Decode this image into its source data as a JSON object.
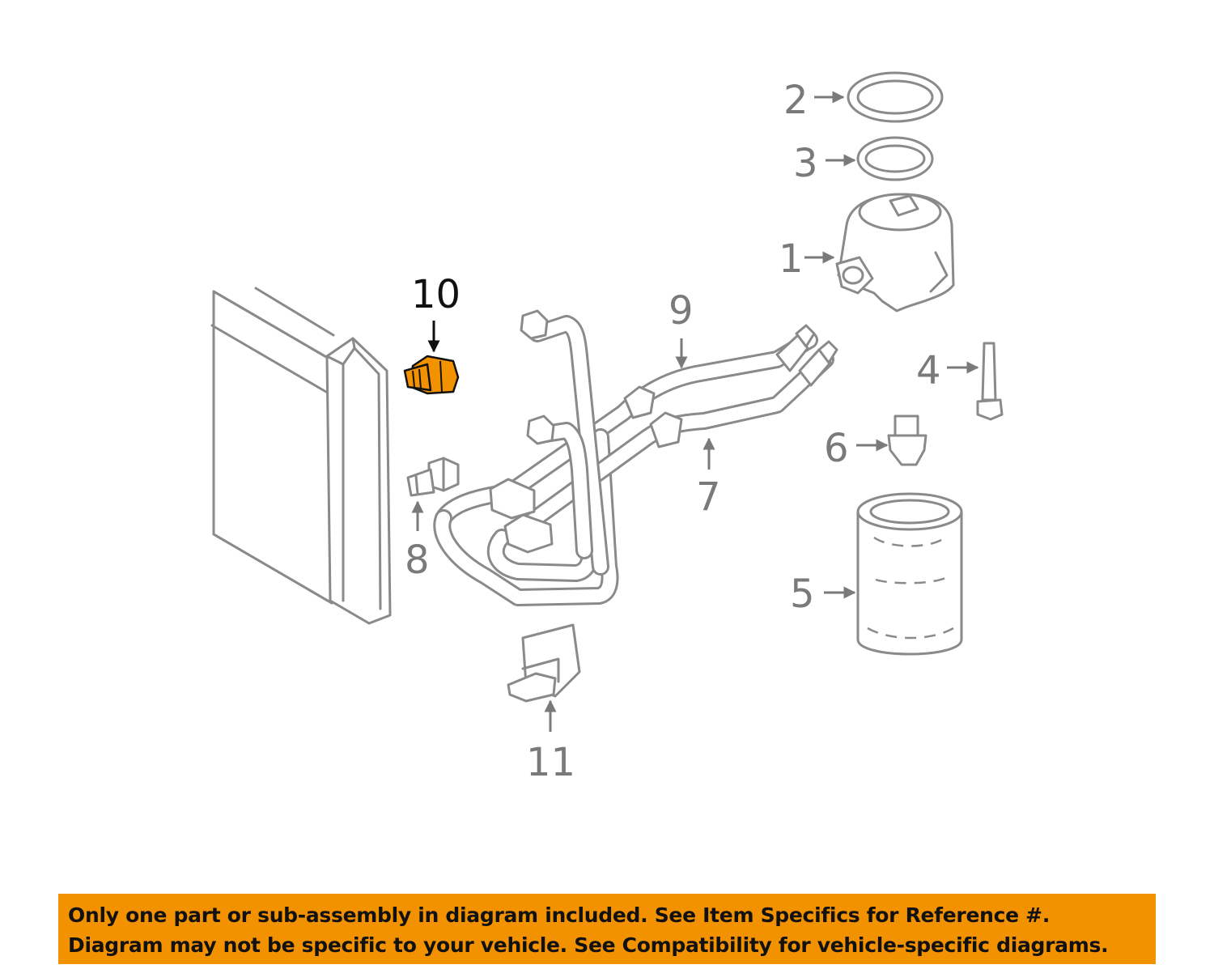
{
  "diagram": {
    "callouts": [
      {
        "id": "1",
        "label": "1"
      },
      {
        "id": "2",
        "label": "2"
      },
      {
        "id": "3",
        "label": "3"
      },
      {
        "id": "4",
        "label": "4"
      },
      {
        "id": "5",
        "label": "5"
      },
      {
        "id": "6",
        "label": "6"
      },
      {
        "id": "7",
        "label": "7"
      },
      {
        "id": "8",
        "label": "8"
      },
      {
        "id": "9",
        "label": "9"
      },
      {
        "id": "10",
        "label": "10"
      },
      {
        "id": "11",
        "label": "11"
      }
    ],
    "highlighted_part": "10",
    "colors": {
      "highlight": "#f39200",
      "line_art": "#8a8a8a",
      "callout_text": "#7a7a7a",
      "highlight_callout_text": "#111111",
      "notice_background": "#f39200"
    }
  },
  "notice": {
    "line1": "Only one part or sub-assembly in diagram included. See Item Specifics for Reference #.",
    "line2": "Diagram may not be specific to your vehicle. See Compatibility for vehicle-specific diagrams."
  }
}
